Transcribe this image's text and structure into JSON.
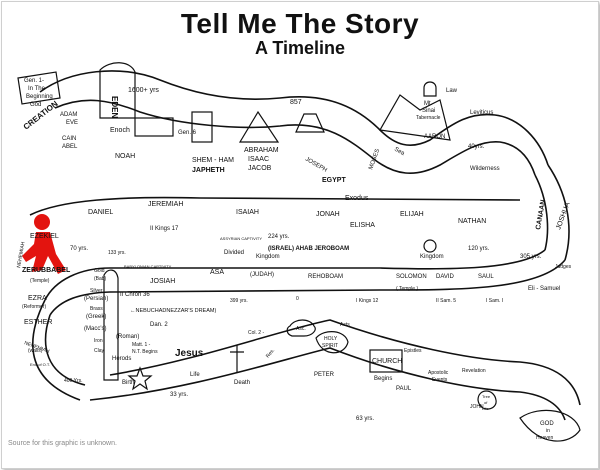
{
  "header": {
    "title": "Tell Me The Story",
    "subtitle": "A Timeline"
  },
  "source_note": "Source for this graphic is unknown.",
  "labels": {
    "gen1": "Gen. 1-",
    "in": "In The",
    "beginning": "Beginning",
    "god": "God",
    "creation": "CREATION",
    "eden": "EDEN",
    "adam": "ADAM",
    "eve": "EVE",
    "cain": "CAIN",
    "abel": "ABEL",
    "yrs1600": "1600+ yrs",
    "enoch": "Enoch",
    "noah": "NOAH",
    "gen6": "Gen. 6",
    "shem": "SHEM - HAM",
    "japheth": "JAPHETH",
    "abraham": "ABRAHAM",
    "isaac": "ISAAC",
    "jacob": "JACOB",
    "y857": "857",
    "joseph": "JOSEPH",
    "egypt": "EGYPT",
    "moses": "MOSES",
    "exodus": "Exodus",
    "law": "Law",
    "mt": "Mt.",
    "sinai": "Sinai",
    "tabernacle": "Tabernacle",
    "aaron": "AARON",
    "leviticus": "Leviticus",
    "sea": "Sea",
    "y40": "40yrs.",
    "wilderness": "Wilderness",
    "daniel": "DANIEL",
    "jeremiah": "JEREMIAH",
    "isaiah": "ISAIAH",
    "jonah": "JONAH",
    "elisha": "ELISHA",
    "elijah": "ELIJAH",
    "nathan": "NATHAN",
    "ezekiel": "EZEKIEL",
    "canaan": "CANAAN",
    "joshua": "JOSHUA",
    "y305": "305 yrs.",
    "judges": "Judges",
    "y70": "70 yrs.",
    "kings17": "II Kings 17",
    "assyrian": "ASSYRIAN CAPTIVITY",
    "y224": "224 yrs.",
    "y133": "133 yrs.",
    "divided": "Divided",
    "kingdom": "Kingdom",
    "israel": "(ISRAEL) AHAB JEROBOAM",
    "kingdom2": "Kingdom",
    "y120": "120 yrs.",
    "babylonian": "BABYLONIAN CAPTIVITY",
    "josiah": "JOSIAH",
    "asa": "ASA",
    "judah": "(JUDAH)",
    "rehoboam": "REHOBOAM",
    "solomon": "SOLOMON",
    "david": "DAVID",
    "saul": "SAUL",
    "temple1": "( Temple )",
    "eli": "Eli - Samuel",
    "zerubbabel": "ZERUBBABEL",
    "temple2": "(Temple)",
    "chron": "II Chron 36",
    "y399": "399 yrs.",
    "zero": "0",
    "kings12": "I Kings 12",
    "sam5": "II Sam. 5",
    "sam1": "I Sam. I",
    "nehemiah": "NEHEMIAH",
    "ezra": "EZRA",
    "reformer": "(Reformer)",
    "esther": "ESTHER",
    "nehemiah2": "NEHEMIAH",
    "walls": "(walls)",
    "endot": "End of O.T.",
    "gold": "Gold",
    "bab": "(Bab)",
    "silver": "Silver",
    "persian": "(Persian)",
    "brass": "Brass",
    "greek": "(Greek)",
    "maccs": "(Macc's)",
    "iron": "Iron",
    "roman": "(Roman)",
    "clay": "Clay",
    "dan2": "Dan. 2",
    "nebu": "←NEBUCHADNEZZAR'S DREAM)",
    "matt1": "Matt. 1 -",
    "ntbegins": "N.T. Begins",
    "herods": "Herods",
    "y400": "400 Yrs.",
    "birth": "Birth",
    "jesus": "Jesus",
    "life": "Life",
    "death": "Death",
    "y33": "33 yrs.",
    "col2": "Col. 2 -",
    "asc": "Asc.",
    "res": "Res.",
    "acts": "Acts",
    "holy": "HOLY",
    "spirit": "SPIRIT",
    "church": "CHURCH",
    "begins": "Begins",
    "epistles": "Epistles",
    "peter": "PETER",
    "paul": "PAUL",
    "apostolic": "Apostolic",
    "events": "Events",
    "revelation": "Revelation",
    "tree": "Tree",
    "of": "of",
    "lifew": "Life",
    "y63": "63 yrs.",
    "john": "JOHN",
    "godh": "GOD",
    "in2": "in",
    "heaven": "Heaven",
    "sinai2": "Sinai",
    "egypt2": "EGYPT"
  },
  "colors": {
    "ink": "#111111",
    "figure": "#e3140f"
  }
}
